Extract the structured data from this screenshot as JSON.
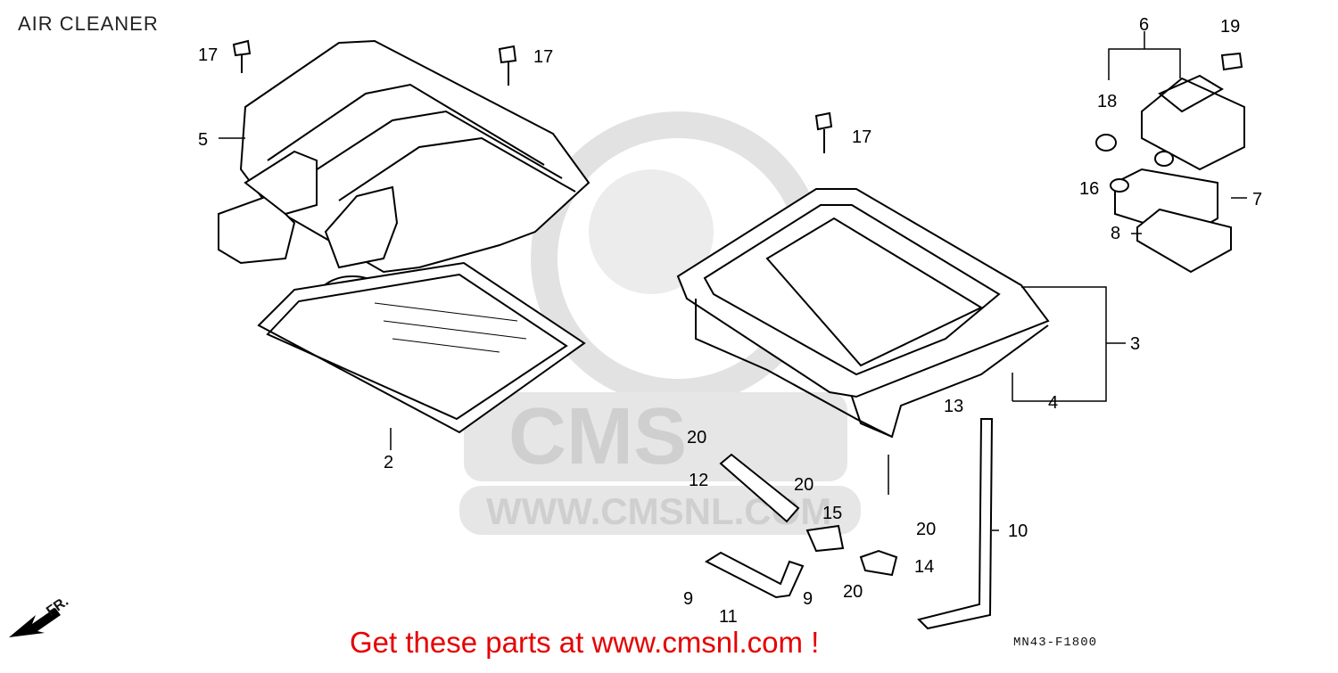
{
  "diagram": {
    "title": "AIR CLEANER",
    "watermark": {
      "logo": "CMS",
      "url": "WWW.CMSNL.COM"
    },
    "part_labels": [
      "2",
      "3",
      "4",
      "5",
      "6",
      "7",
      "8",
      "9",
      "9",
      "10",
      "11",
      "12",
      "13",
      "14",
      "15",
      "16",
      "17",
      "17",
      "17",
      "18",
      "19",
      "20",
      "20",
      "20",
      "20"
    ],
    "direction_label": "FR.",
    "diagram_code": "MN43-F1800",
    "footer_text": "Get these parts at www.cmsnl.com !"
  },
  "colors": {
    "footer": "#e60000",
    "line": "#000000",
    "watermark": "#d9d9d9"
  }
}
